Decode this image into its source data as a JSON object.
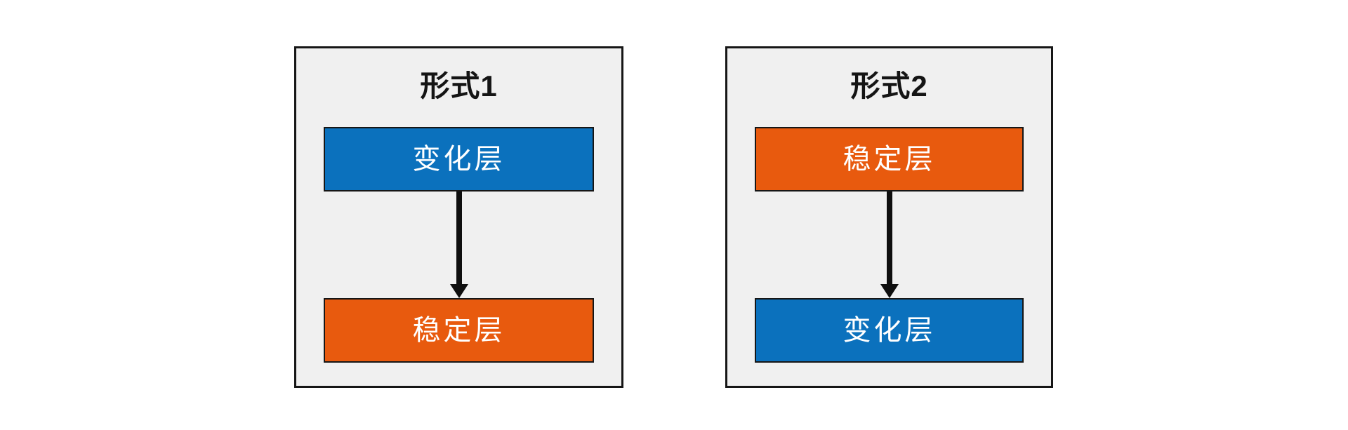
{
  "diagram": {
    "panels": [
      {
        "title": "形式1",
        "top_box": {
          "label": "变化层",
          "color": "#0b71bd"
        },
        "bottom_box": {
          "label": "稳定层",
          "color": "#e85a0e"
        }
      },
      {
        "title": "形式2",
        "top_box": {
          "label": "稳定层",
          "color": "#e85a0e"
        },
        "bottom_box": {
          "label": "变化层",
          "color": "#0b71bd"
        }
      }
    ],
    "colors": {
      "blue": "#0b71bd",
      "orange": "#e85a0e",
      "panel_background": "#f0f0f0",
      "page_background": "#ffffff",
      "border": "#161616",
      "arrow": "#0f0f0f",
      "box_text": "#ffffff",
      "title_text": "#141414"
    }
  }
}
